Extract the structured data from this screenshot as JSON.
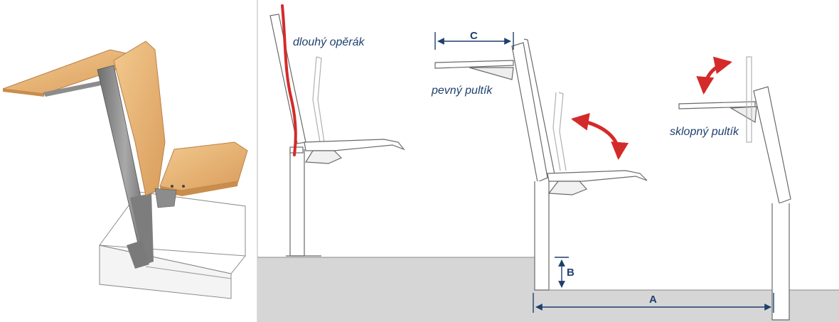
{
  "labels": {
    "long_backrest": "dlouhý opěrák",
    "fixed_desk": "pevný pultík",
    "folding_desk": "sklopný pultík"
  },
  "dimensions": {
    "a": "A",
    "b": "B",
    "c": "C"
  },
  "colors": {
    "accent_red": "#d42a2a",
    "dimension_blue": "#1f3f6e",
    "floor_gray": "#d6d6d6",
    "line_gray": "#6a6a6a",
    "wood": "#e9b97a",
    "metal": "#8f8f8f"
  }
}
